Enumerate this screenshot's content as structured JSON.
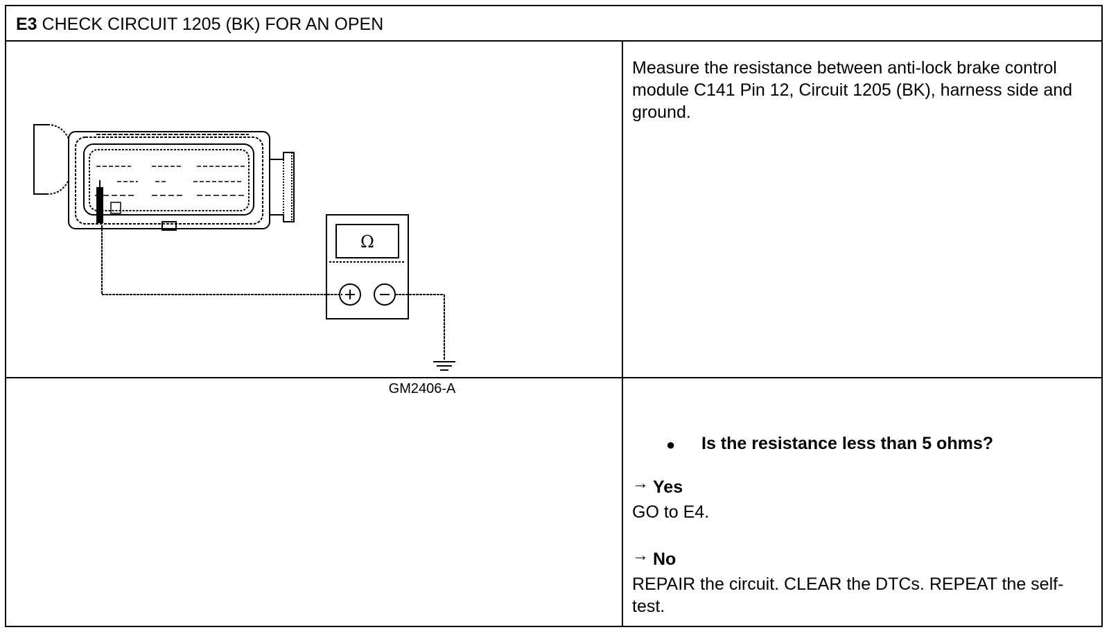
{
  "step": {
    "id": "E3",
    "title": "CHECK CIRCUIT 1205 (BK) FOR AN OPEN"
  },
  "diagram": {
    "figure_code": "GM2406-A",
    "meter_symbol": "Ω",
    "icons": [
      "connector-icon",
      "ohmmeter-icon",
      "ground-symbol-icon"
    ]
  },
  "instruction": "Measure the resistance between anti-lock brake control module C141 Pin 12, Circuit 1205 (BK), harness side and ground.",
  "question": "Is the resistance less than 5 ohms?",
  "answers": [
    {
      "label": "Yes",
      "text": "GO to E4."
    },
    {
      "label": "No",
      "text": "REPAIR the circuit. CLEAR the DTCs. REPEAT the self-test."
    }
  ]
}
